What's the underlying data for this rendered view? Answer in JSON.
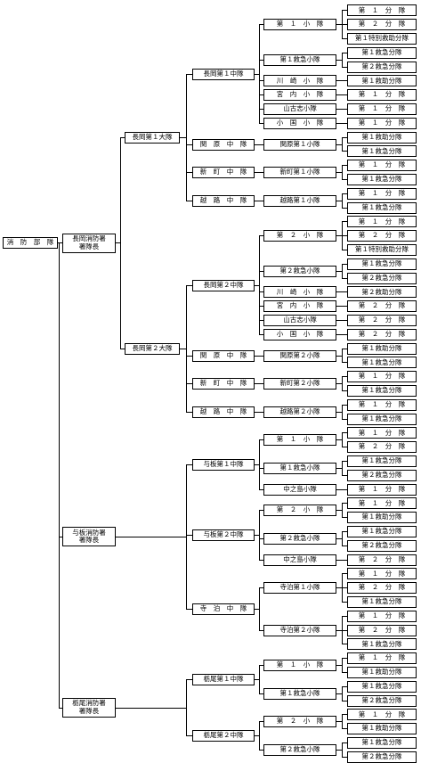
{
  "org_chart": {
    "root": "消　防　部　隊",
    "stations": [
      {
        "label": "長岡消防署\n署隊長",
        "battalions": [
          {
            "label": "長岡第１大隊",
            "companies": [
              {
                "label": "長岡第１中隊",
                "squads": [
                  {
                    "label": "第　１　小　隊",
                    "units": [
                      "第　１　分　隊",
                      "第　２　分　隊",
                      "第１特別救助分隊"
                    ]
                  },
                  {
                    "label": "第１救急小隊",
                    "units": [
                      "第１救急分隊",
                      "第２救急分隊"
                    ]
                  },
                  {
                    "label": "川　崎　小　隊",
                    "units": [
                      "第１救助分隊"
                    ]
                  },
                  {
                    "label": "宮　内　小　隊",
                    "units": [
                      "第　１　分　隊"
                    ]
                  },
                  {
                    "label": "山古志小隊",
                    "units": [
                      "第　１　分　隊"
                    ]
                  },
                  {
                    "label": "小　国　小　隊",
                    "units": [
                      "第　１　分　隊"
                    ]
                  }
                ]
              },
              {
                "label": "関　原　中　隊",
                "squads": [
                  {
                    "label": "関原第１小隊",
                    "units": [
                      "第１救助分隊",
                      "第１救急分隊"
                    ]
                  }
                ]
              },
              {
                "label": "新　町　中　隊",
                "squads": [
                  {
                    "label": "新町第１小隊",
                    "units": [
                      "第　１　分　隊",
                      "第１救急分隊"
                    ]
                  }
                ]
              },
              {
                "label": "越　路　中　隊",
                "squads": [
                  {
                    "label": "越路第１小隊",
                    "units": [
                      "第　１　分　隊",
                      "第１救急分隊"
                    ]
                  }
                ]
              }
            ]
          },
          {
            "label": "長岡第２大隊",
            "companies": [
              {
                "label": "長岡第２中隊",
                "squads": [
                  {
                    "label": "第　２　小　隊",
                    "units": [
                      "第　１　分　隊",
                      "第　２　分　隊",
                      "第１特別救助分隊"
                    ]
                  },
                  {
                    "label": "第２救急小隊",
                    "units": [
                      "第１救急分隊",
                      "第２救急分隊"
                    ]
                  },
                  {
                    "label": "川　崎　小　隊",
                    "units": [
                      "第２救助分隊"
                    ]
                  },
                  {
                    "label": "宮　内　小　隊",
                    "units": [
                      "第　２　分　隊"
                    ]
                  },
                  {
                    "label": "山古志小隊",
                    "units": [
                      "第　２　分　隊"
                    ]
                  },
                  {
                    "label": "小　国　小　隊",
                    "units": [
                      "第　２　分　隊"
                    ]
                  }
                ]
              },
              {
                "label": "関　原　中　隊",
                "squads": [
                  {
                    "label": "関原第２小隊",
                    "units": [
                      "第１救助分隊",
                      "第１救急分隊"
                    ]
                  }
                ]
              },
              {
                "label": "新　町　中　隊",
                "squads": [
                  {
                    "label": "新町第２小隊",
                    "units": [
                      "第　１　分　隊",
                      "第１救急分隊"
                    ]
                  }
                ]
              },
              {
                "label": "越　路　中　隊",
                "squads": [
                  {
                    "label": "越路第２小隊",
                    "units": [
                      "第　１　分　隊",
                      "第１救急分隊"
                    ]
                  }
                ]
              }
            ]
          }
        ]
      },
      {
        "label": "与板消防署\n署隊長",
        "battalions": [
          {
            "label": "",
            "companies": [
              {
                "label": "与板第１中隊",
                "squads": [
                  {
                    "label": "第　１　小　隊",
                    "units": [
                      "第　１　分　隊",
                      "第　２　分　隊"
                    ]
                  },
                  {
                    "label": "第１救急小隊",
                    "units": [
                      "第１救急分隊",
                      "第２救急分隊"
                    ]
                  },
                  {
                    "label": "中之島小隊",
                    "units": [
                      "第　１　分　隊"
                    ]
                  }
                ]
              },
              {
                "label": "与板第２中隊",
                "squads": [
                  {
                    "label": "第　２　小　隊",
                    "units": [
                      "第　１　分　隊",
                      "第１救助分隊"
                    ]
                  },
                  {
                    "label": "第２救急小隊",
                    "units": [
                      "第１救急分隊",
                      "第２救急分隊"
                    ]
                  },
                  {
                    "label": "中之島小隊",
                    "units": [
                      "第　２　分　隊"
                    ]
                  }
                ]
              },
              {
                "label": "寺　泊　中　隊",
                "squads": [
                  {
                    "label": "寺泊第１小隊",
                    "units": [
                      "第　１　分　隊",
                      "第　２　分　隊",
                      "第１救急分隊"
                    ]
                  },
                  {
                    "label": "寺泊第２小隊",
                    "units": [
                      "第　１　分　隊",
                      "第　２　分　隊",
                      "第１救急分隊"
                    ]
                  }
                ]
              }
            ]
          }
        ]
      },
      {
        "label": "栃尾消防署\n署隊長",
        "battalions": [
          {
            "label": "",
            "companies": [
              {
                "label": "栃尾第１中隊",
                "squads": [
                  {
                    "label": "第　１　小　隊",
                    "units": [
                      "第　１　分　隊",
                      "第１救助分隊"
                    ]
                  },
                  {
                    "label": "第１救急小隊",
                    "units": [
                      "第１救急分隊",
                      "第２救急分隊"
                    ]
                  }
                ]
              },
              {
                "label": "栃尾第２中隊",
                "squads": [
                  {
                    "label": "第　２　小　隊",
                    "units": [
                      "第　１　分　隊",
                      "第１救助分隊"
                    ]
                  },
                  {
                    "label": "第２救急小隊",
                    "units": [
                      "第１救急分隊",
                      "第２救急分隊"
                    ]
                  }
                ]
              }
            ]
          }
        ]
      }
    ]
  }
}
